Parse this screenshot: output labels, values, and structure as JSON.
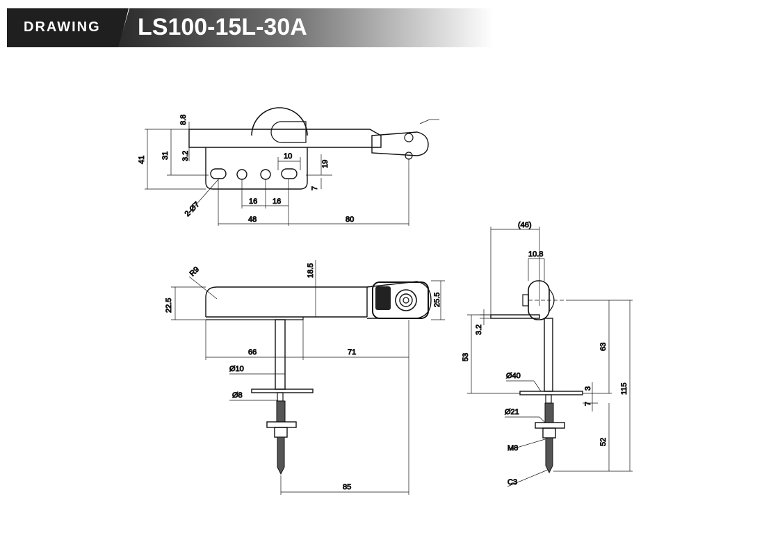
{
  "banner": {
    "tag": "DRAWING",
    "title": "LS100-15L-30A"
  },
  "dims": {
    "top": {
      "d8_8": "8.8",
      "d31": "31",
      "d41": "41",
      "d3_2": "3.2",
      "d10": "10",
      "d19": "19",
      "d7": "7",
      "d16a": "16",
      "d16b": "16",
      "holes": "2-Ø7",
      "d48": "48",
      "d80": "80"
    },
    "front": {
      "r9": "R9",
      "d18_5": "18.5",
      "d22_5": "22.5",
      "d25_5": "25.5",
      "d66": "66",
      "d71": "71",
      "dia10": "Ø10",
      "dia8": "Ø8",
      "d85": "85"
    },
    "side": {
      "d46": "(46)",
      "d10_8": "10.8",
      "d3_2": "3.2",
      "d53": "53",
      "d63": "63",
      "d115": "115",
      "dia40": "Ø40",
      "d3": "3",
      "d7": "7",
      "dia21": "Ø21",
      "m8": "M8",
      "d52": "52",
      "c3": "C3"
    }
  }
}
